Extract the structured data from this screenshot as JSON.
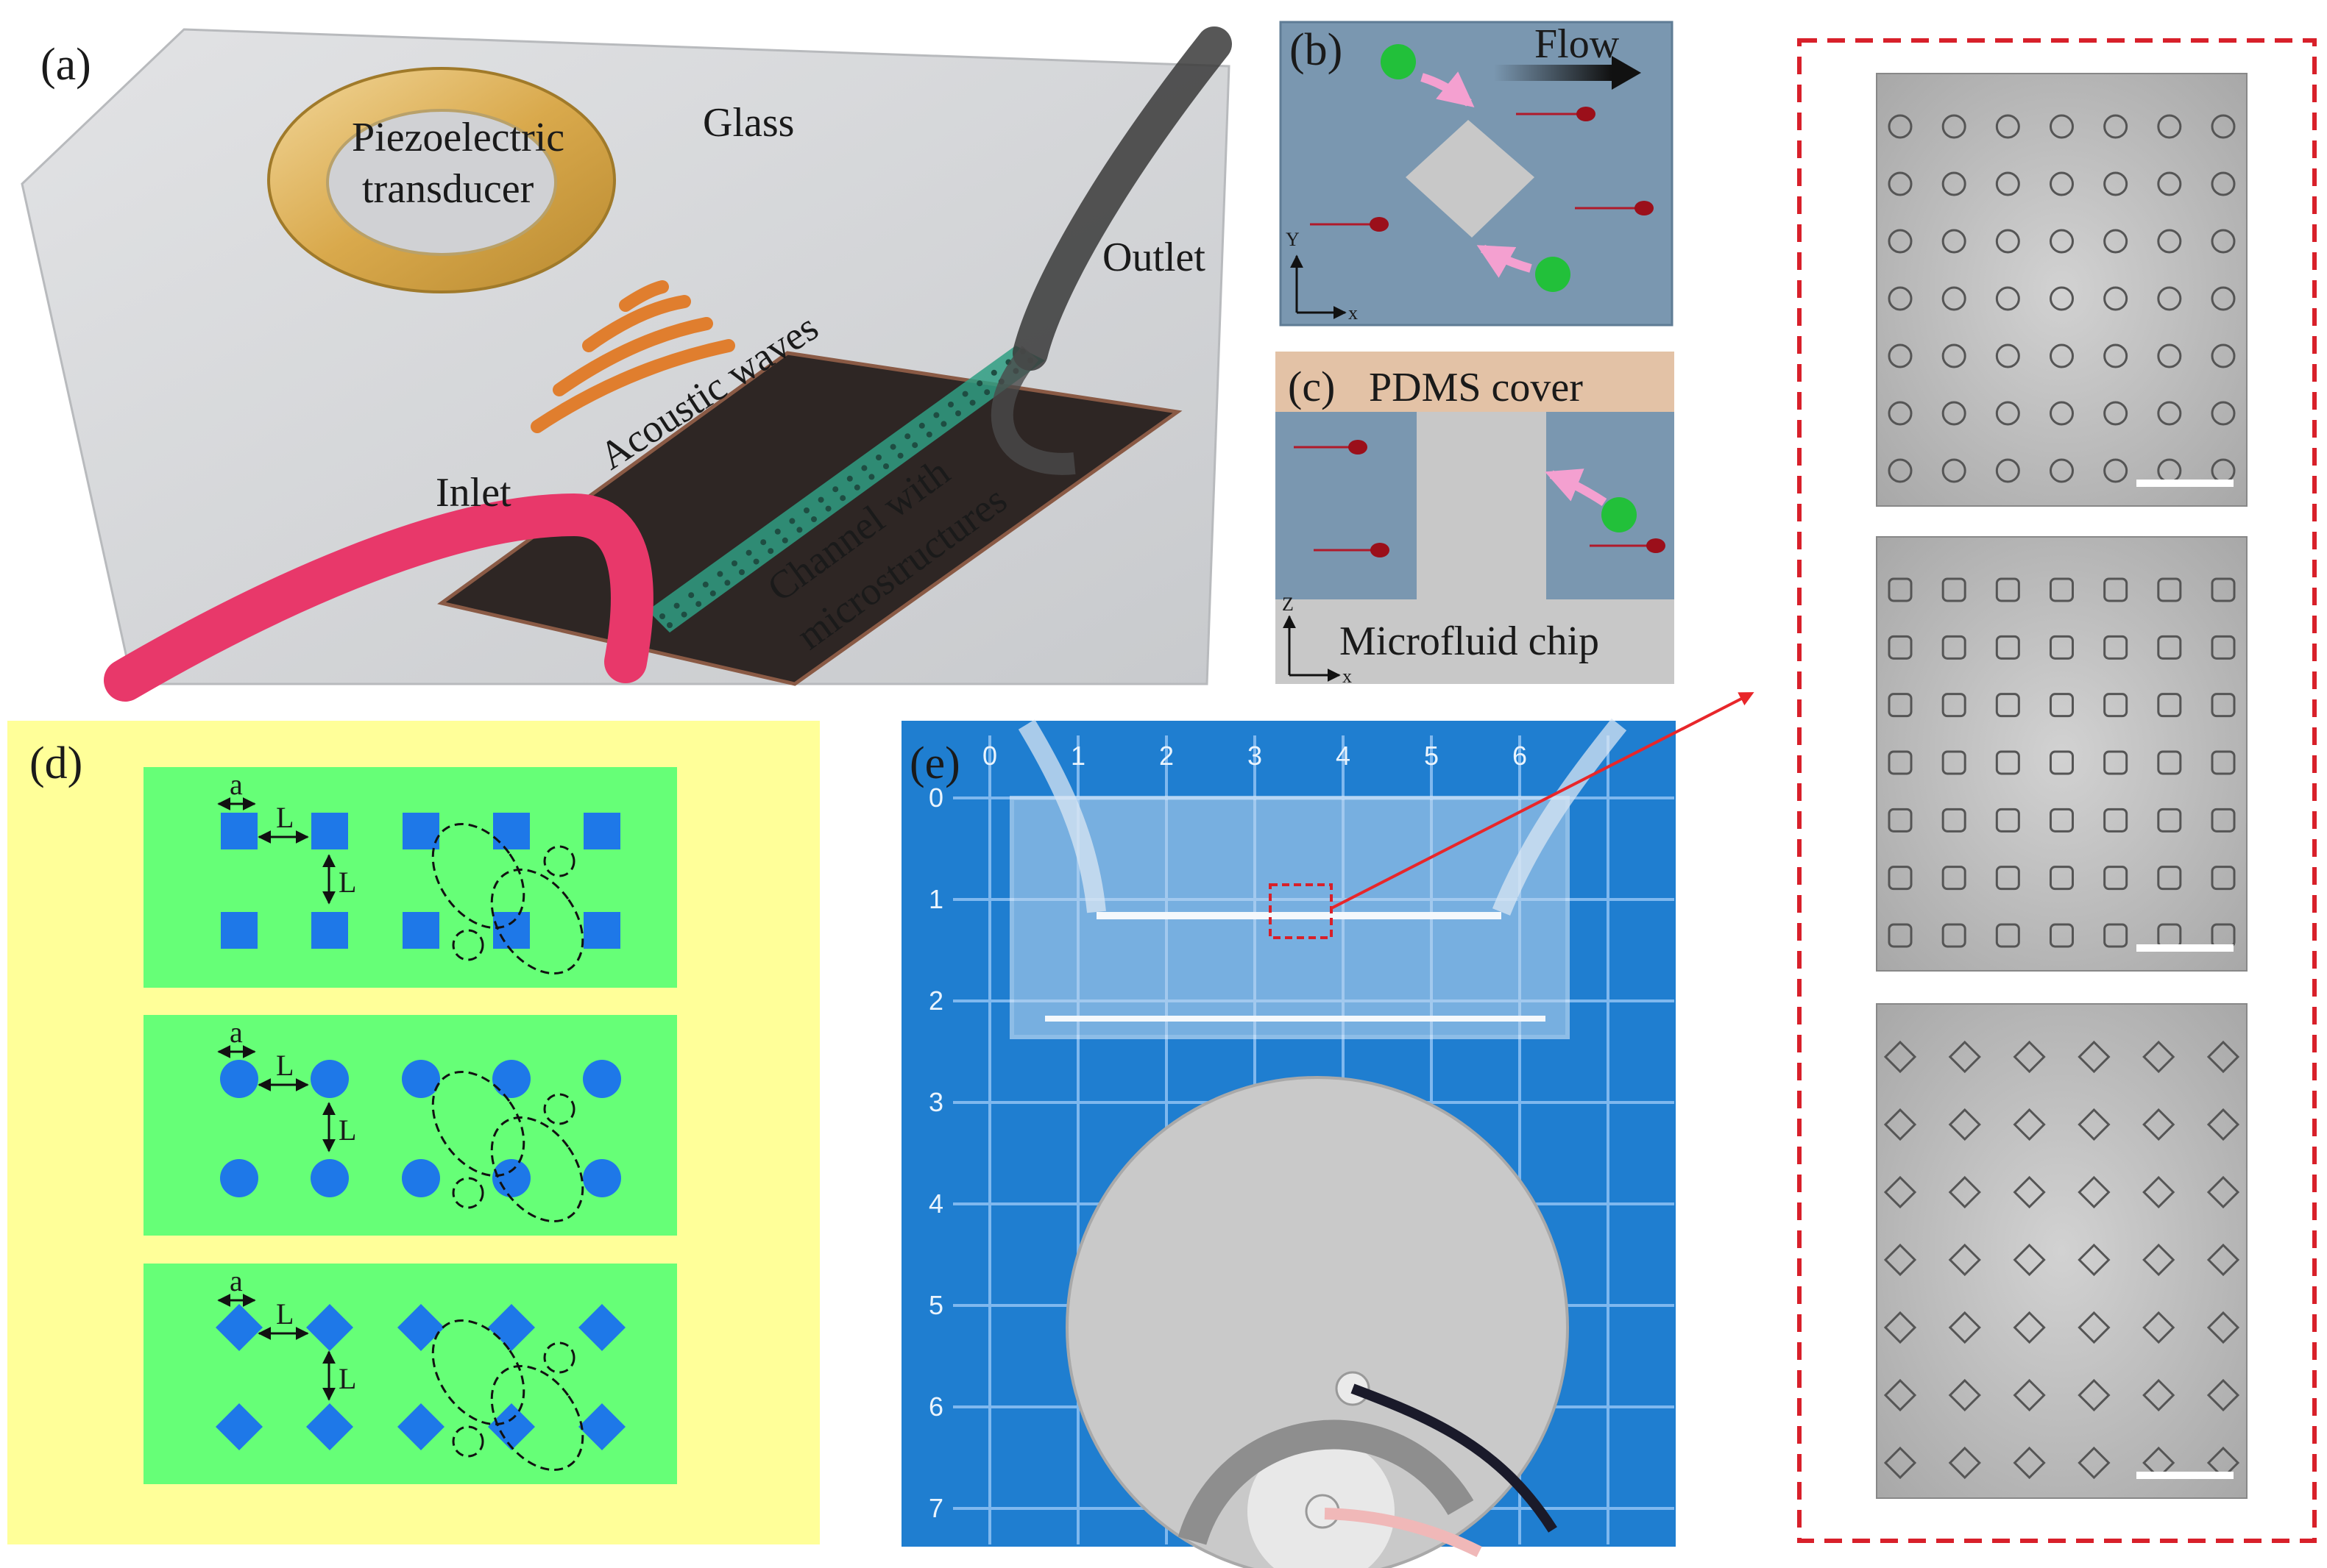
{
  "panel_a": {
    "label": "(a)",
    "glass": "Glass",
    "transducer_line1": "Piezoelectric",
    "transducer_line2": "transducer",
    "acoustic_waves": "Acoustic waves",
    "outlet": "Outlet",
    "inlet": "Inlet",
    "channel_line1": "Channel with",
    "channel_line2": "microstructures"
  },
  "panel_b": {
    "label": "(b)",
    "flow": "Flow",
    "axis_y": "Y",
    "axis_x": "x"
  },
  "panel_c": {
    "label": "(c)",
    "cover": "PDMS cover",
    "chip": "Microfluid chip",
    "axis_z": "Z",
    "axis_x": "x"
  },
  "panel_d": {
    "label": "(d)",
    "size_label": "a",
    "spacing_label": "L",
    "rows": [
      "square",
      "circle",
      "diamond"
    ]
  },
  "panel_e": {
    "label": "(e)",
    "ruler_top": [
      "0",
      "1",
      "2",
      "3",
      "4",
      "5",
      "6"
    ],
    "ruler_left": [
      "0",
      "1",
      "2",
      "3",
      "4",
      "5",
      "6",
      "7"
    ]
  },
  "micrographs": {
    "shapes": [
      "circle",
      "rounded-square",
      "diamond"
    ]
  },
  "colors": {
    "panel_d_bg": "#FFFF99",
    "panel_d_box": "#66FF77",
    "marker_blue": "#1E78E8",
    "dashed_box": "#D8202A",
    "fluid_blue": "#7A97B0",
    "pdms": "#E3C2A6",
    "particle_green": "#22C03A",
    "particle_red": "#9B0F1A",
    "arrow_pink": "#F4A0D0",
    "cutting_mat": "#1F7ED0",
    "tube_red": "#E8386A"
  }
}
